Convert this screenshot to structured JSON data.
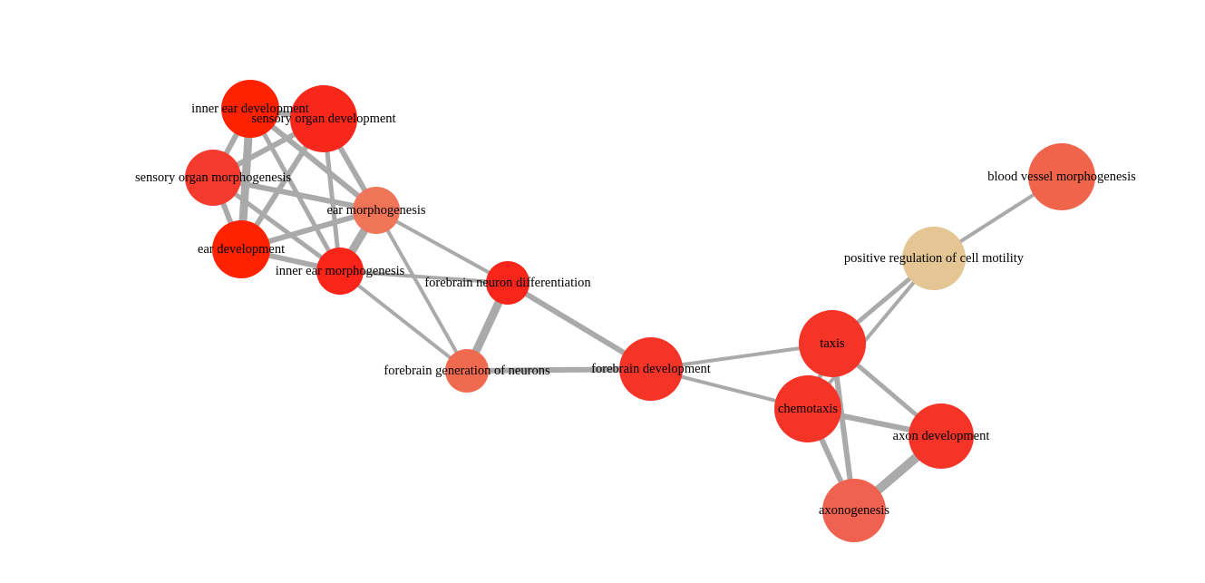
{
  "nodes": [
    {
      "id": "ied",
      "label": "inner ear development",
      "color": "#ff2200"
    },
    {
      "id": "sod",
      "label": "sensory organ development",
      "color": "#f8271b"
    },
    {
      "id": "som",
      "label": "sensory organ morphogenesis",
      "color": "#f53a2e"
    },
    {
      "id": "em",
      "label": "ear morphogenesis",
      "color": "#f07458"
    },
    {
      "id": "ed",
      "label": "ear development",
      "color": "#ff2200"
    },
    {
      "id": "iem",
      "label": "inner ear morphogenesis",
      "color": "#fb2419"
    },
    {
      "id": "fnd",
      "label": "forebrain neuron differentiation",
      "color": "#f8261a"
    },
    {
      "id": "fgn",
      "label": "forebrain generation of neurons",
      "color": "#f06a50"
    },
    {
      "id": "fd",
      "label": "forebrain development",
      "color": "#f53428"
    },
    {
      "id": "taxis",
      "label": "taxis",
      "color": "#f53428"
    },
    {
      "id": "chemo",
      "label": "chemotaxis",
      "color": "#f53428"
    },
    {
      "id": "axd",
      "label": "axon development",
      "color": "#f53428"
    },
    {
      "id": "axg",
      "label": "axonogenesis",
      "color": "#f06250"
    },
    {
      "id": "prcm",
      "label": "positive regulation of cell motility",
      "color": "#e4c594"
    },
    {
      "id": "bvm",
      "label": "blood vessel morphogenesis",
      "color": "#f0644c"
    }
  ],
  "edges": [
    [
      "ied",
      "sod",
      6
    ],
    [
      "ied",
      "som",
      6
    ],
    [
      "ied",
      "ed",
      9
    ],
    [
      "ied",
      "em",
      6
    ],
    [
      "ied",
      "iem",
      5
    ],
    [
      "sod",
      "som",
      6
    ],
    [
      "sod",
      "ed",
      6
    ],
    [
      "sod",
      "em",
      6
    ],
    [
      "sod",
      "iem",
      5
    ],
    [
      "som",
      "ed",
      6
    ],
    [
      "som",
      "em",
      6
    ],
    [
      "som",
      "iem",
      5
    ],
    [
      "ed",
      "em",
      6
    ],
    [
      "ed",
      "iem",
      6
    ],
    [
      "em",
      "iem",
      9
    ],
    [
      "em",
      "fnd",
      4
    ],
    [
      "em",
      "fgn",
      4
    ],
    [
      "iem",
      "fnd",
      4
    ],
    [
      "iem",
      "fgn",
      4
    ],
    [
      "fnd",
      "fgn",
      9
    ],
    [
      "fnd",
      "fd",
      6
    ],
    [
      "fgn",
      "fd",
      6
    ],
    [
      "fd",
      "taxis",
      4
    ],
    [
      "fd",
      "chemo",
      4
    ],
    [
      "taxis",
      "prcm",
      5
    ],
    [
      "chemo",
      "prcm",
      4
    ],
    [
      "prcm",
      "bvm",
      4
    ],
    [
      "taxis",
      "chemo",
      5
    ],
    [
      "taxis",
      "axd",
      5
    ],
    [
      "taxis",
      "axg",
      6
    ],
    [
      "chemo",
      "axd",
      6
    ],
    [
      "chemo",
      "axg",
      6
    ],
    [
      "axd",
      "axg",
      10
    ]
  ]
}
